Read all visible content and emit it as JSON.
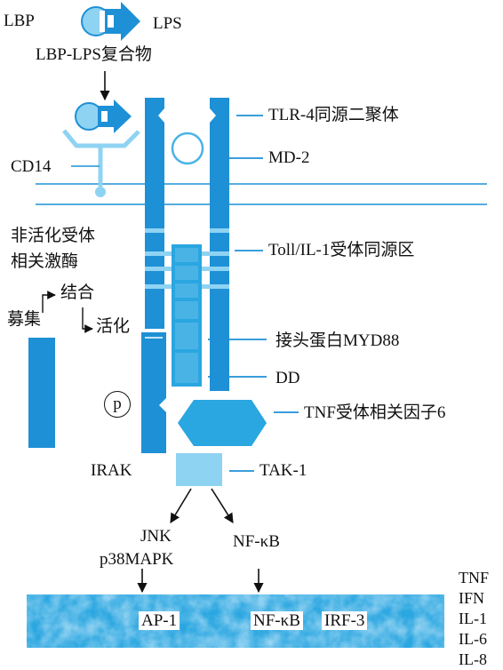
{
  "colors": {
    "primary": "#1e90d6",
    "light": "#8fd3f3",
    "mid": "#49b3e6",
    "band": "#2aa6e0",
    "line": "#111111"
  },
  "labels": {
    "lbp": "LBP",
    "lps": "LPS",
    "lbp_lps_complex": "LBP-LPS复合物",
    "tlr4": "TLR-4同源二聚体",
    "md2": "MD-2",
    "cd14": "CD14",
    "non_active_line1": "非活化受体",
    "non_active_line2": "相关激酶",
    "bind": "结合",
    "recruit": "募集",
    "activate": "活化",
    "tir": "Toll/IL-1受体同源区",
    "myd88": "接头蛋白MYD88",
    "dd": "DD",
    "p": "p",
    "traf6": "TNF受体相关因子6",
    "irak": "IRAK",
    "tak1": "TAK-1",
    "jnk": "JNK",
    "p38": "p38MAPK",
    "nfkb_path": "NF-κB",
    "ap1": "AP-1",
    "nfkb_dna": "NF-κB",
    "irf3": "IRF-3"
  },
  "genes": [
    "TNF",
    "IFN",
    "IL-1",
    "IL-6",
    "IL-8"
  ]
}
